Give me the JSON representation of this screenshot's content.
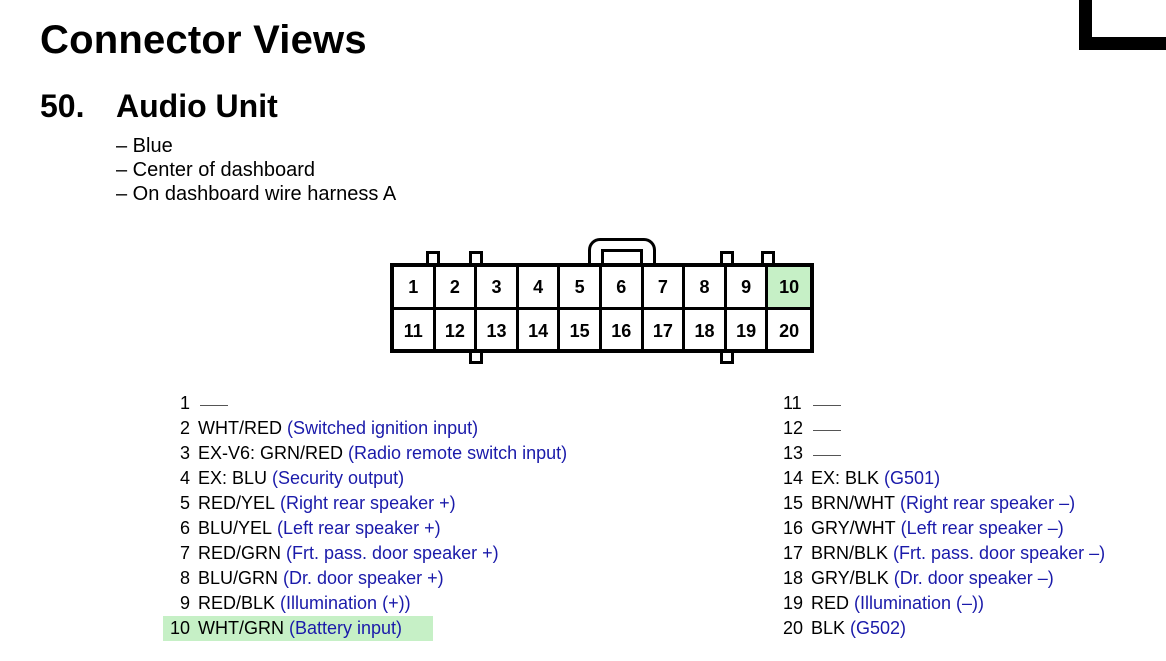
{
  "page_title": "Connector Views",
  "section": {
    "number": "50.",
    "title": "Audio Unit"
  },
  "details": [
    "– Blue",
    "– Center of dashboard",
    "– On dashboard wire harness A"
  ],
  "connector": {
    "row1": [
      "1",
      "2",
      "3",
      "4",
      "5",
      "6",
      "7",
      "8",
      "9",
      "10"
    ],
    "row2": [
      "11",
      "12",
      "13",
      "14",
      "15",
      "16",
      "17",
      "18",
      "19",
      "20"
    ],
    "highlighted_pin": "10",
    "highlight_color": "#c6f0c6"
  },
  "pins_left": [
    {
      "num": "1",
      "wire": "",
      "func": ""
    },
    {
      "num": "2",
      "wire": "WHT/RED",
      "func": "(Switched ignition input)"
    },
    {
      "num": "3",
      "wire": "EX-V6: GRN/RED",
      "func": "(Radio remote switch input)"
    },
    {
      "num": "4",
      "wire": "EX: BLU",
      "func": "(Security output)"
    },
    {
      "num": "5",
      "wire": "RED/YEL",
      "func": "(Right rear speaker +)"
    },
    {
      "num": "6",
      "wire": "BLU/YEL",
      "func": "(Left rear speaker +)"
    },
    {
      "num": "7",
      "wire": "RED/GRN",
      "func": "(Frt. pass. door speaker +)"
    },
    {
      "num": "8",
      "wire": "BLU/GRN",
      "func": "(Dr. door speaker +)"
    },
    {
      "num": "9",
      "wire": "RED/BLK",
      "func": "(Illumination (+))"
    },
    {
      "num": "10",
      "wire": "WHT/GRN",
      "func": "(Battery input)"
    }
  ],
  "pins_right": [
    {
      "num": "11",
      "wire": "",
      "func": ""
    },
    {
      "num": "12",
      "wire": "",
      "func": ""
    },
    {
      "num": "13",
      "wire": "",
      "func": ""
    },
    {
      "num": "14",
      "wire": "EX: BLK",
      "func": "(G501)"
    },
    {
      "num": "15",
      "wire": "BRN/WHT",
      "func": "(Right rear speaker –)"
    },
    {
      "num": "16",
      "wire": "GRY/WHT",
      "func": "(Left rear speaker –)"
    },
    {
      "num": "17",
      "wire": "BRN/BLK",
      "func": "(Frt. pass. door speaker –)"
    },
    {
      "num": "18",
      "wire": "GRY/BLK",
      "func": "(Dr. door speaker –)"
    },
    {
      "num": "19",
      "wire": "RED",
      "func": "(Illumination (–))"
    },
    {
      "num": "20",
      "wire": "BLK",
      "func": "(G502)"
    }
  ],
  "colors": {
    "function_text": "#1a1aaa",
    "highlight": "#c6f0c6"
  }
}
